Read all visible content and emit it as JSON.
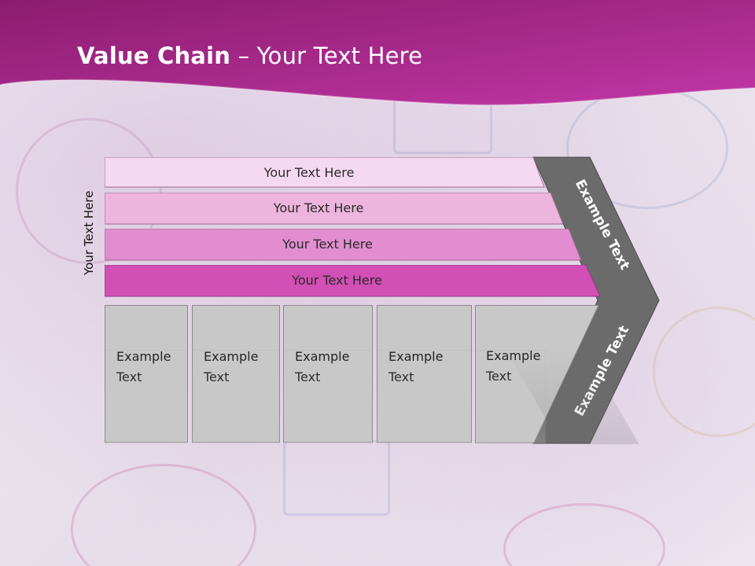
{
  "slide": {
    "title_bold": "Value Chain",
    "title_rest": " – Your Text Here",
    "side_label": "Your Text Here"
  },
  "rows": [
    {
      "label": "Your Text Here",
      "color": "#f5d9f0"
    },
    {
      "label": "Your Text Here",
      "color": "#edb4de"
    },
    {
      "label": "Your Text Here",
      "color": "#e28dd0"
    },
    {
      "label": "Your Text Here",
      "color": "#d24fb6"
    }
  ],
  "columns": [
    {
      "line1": "Example",
      "line2": "Text"
    },
    {
      "line1": "Example",
      "line2": "Text"
    },
    {
      "line1": "Example",
      "line2": "Text"
    },
    {
      "line1": "Example",
      "line2": "Text"
    },
    {
      "line1": "Example",
      "line2": "Text"
    }
  ],
  "chevron": {
    "upper_text": "Example Text",
    "lower_text": "Example Text",
    "color": "#6b6b6b"
  },
  "colors": {
    "header_start": "#8a1c6e",
    "header_end": "#c236a6",
    "column_fill": "#c8c8c8"
  }
}
